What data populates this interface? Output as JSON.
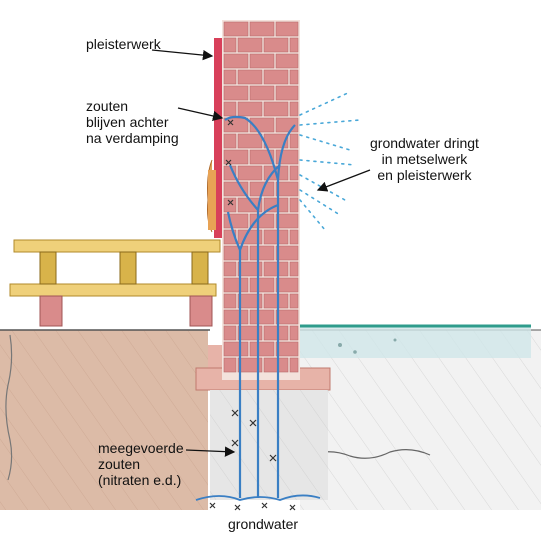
{
  "labels": {
    "plaster": "pleisterwerk",
    "salts_left": [
      "zouten",
      "blijven achter",
      "na verdamping"
    ],
    "groundwater_penetrates": [
      "grondwater dringt",
      "in metselwerk",
      "en pleisterwerk"
    ],
    "carried_salts": [
      "meegevoerde",
      "zouten",
      "(nitraten e.d.)"
    ],
    "groundwater": "grondwater"
  },
  "colors": {
    "brick": "#d98b8b",
    "mortar": "#f3e2dc",
    "plaster": "#d8405a",
    "wood": "#e9c56a",
    "ground": "#d9b8a3",
    "water": "#3a7fc4",
    "water_surface": "#2f9c8c"
  }
}
